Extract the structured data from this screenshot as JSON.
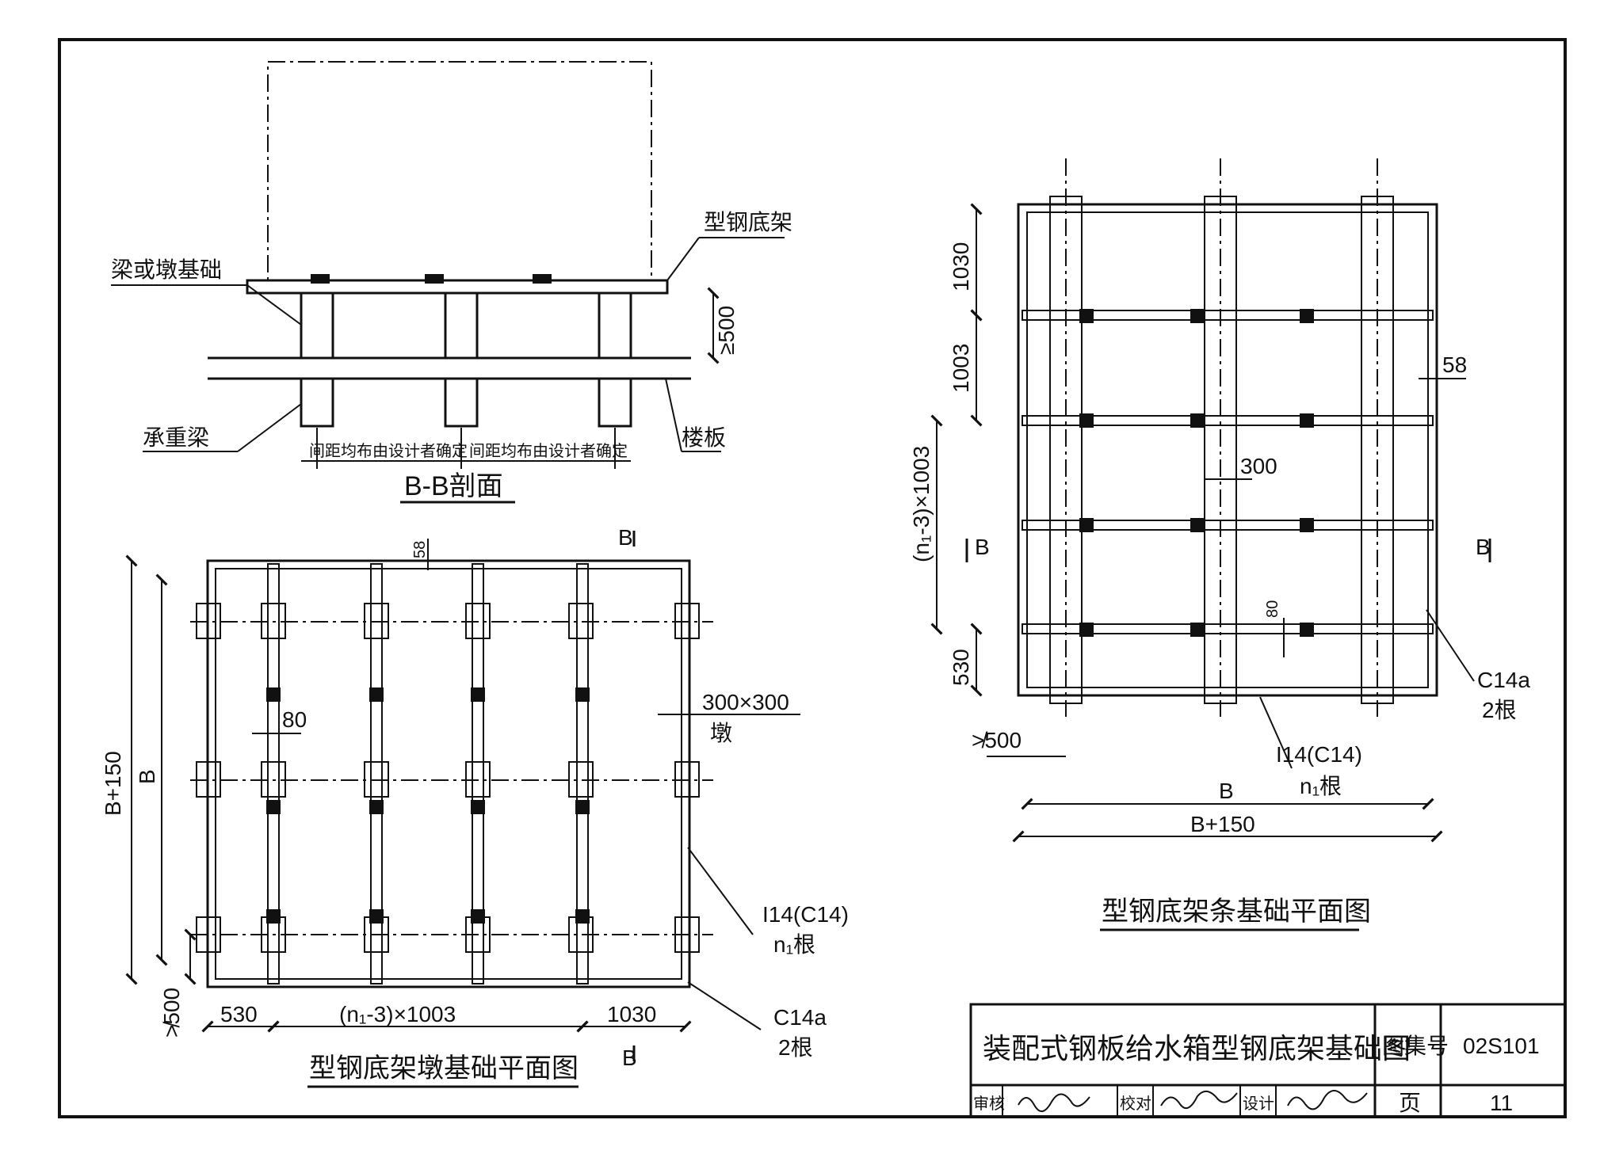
{
  "title_block": {
    "title": "装配式钢板给水箱型钢底架基础图",
    "atlas_no_label": "图集号",
    "atlas_no": "02S101",
    "review_label": "审核",
    "check_label": "校对",
    "design_label": "设计",
    "page_label": "页",
    "page_no": "11"
  },
  "section_bb": {
    "caption": "B-B剖面",
    "label_frame": "型钢底架",
    "label_foundation": "梁或墩基础",
    "label_beam": "承重梁",
    "label_slab": "楼板",
    "dim_height": "≥500",
    "note_spacing_left": "间距均布由设计者确定",
    "note_spacing_right": "间距均布由设计者确定"
  },
  "pier_plan": {
    "caption": "型钢底架墩基础平面图",
    "dim_b150": "B+150",
    "dim_b": "B",
    "dim_58": "58",
    "dim_80": "80",
    "pier_size": "300×300",
    "pier_word": "墩",
    "steel_i14": "I14(C14)",
    "steel_i14_qty": "n₁根",
    "steel_c14a": "C14a",
    "steel_c14a_qty": "2根",
    "dim_500": "≯500",
    "dim_530": "530",
    "dim_mid": "(n₁-3)×1003",
    "dim_1030": "1030",
    "cut_mark": "B"
  },
  "strip_plan": {
    "caption": "型钢底架条基础平面图",
    "dim_1030": "1030",
    "dim_1003": "1003",
    "dim_mid": "(n₁-3)×1003",
    "dim_530": "530",
    "dim_58": "58",
    "dim_300": "300",
    "dim_80": "80",
    "dim_500": "≯500",
    "steel_c14a": "C14a",
    "steel_c14a_qty": "2根",
    "steel_i14": "I14(C14)",
    "steel_i14_qty": "n₁根",
    "dim_b": "B",
    "dim_b150": "B+150",
    "cut_mark": "B"
  }
}
